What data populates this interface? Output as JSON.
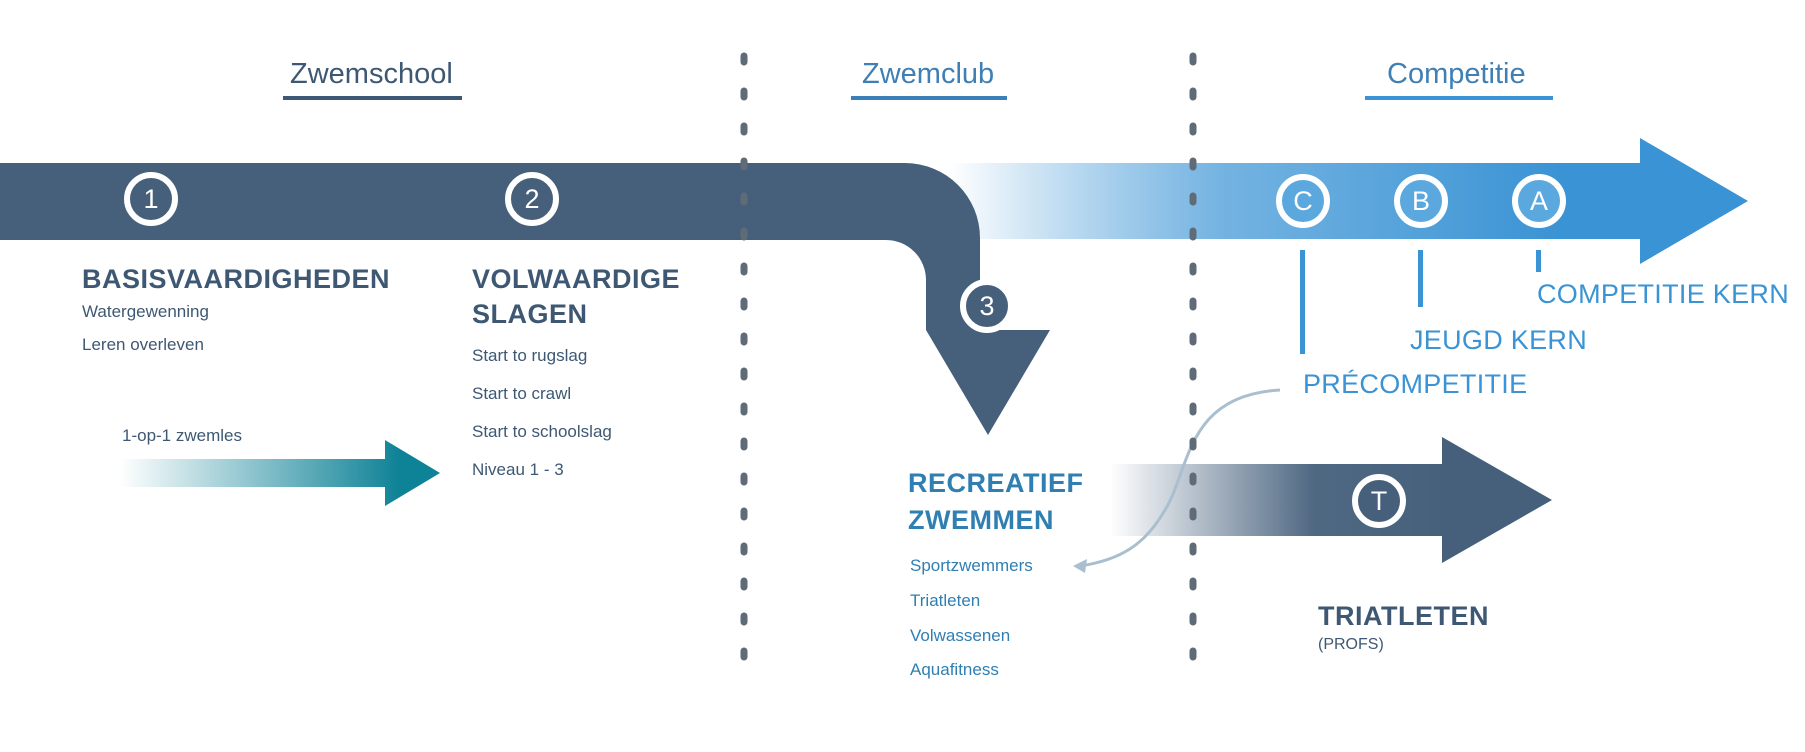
{
  "sections": {
    "school": "Zwemschool",
    "club": "Zwemclub",
    "competition": "Competitie"
  },
  "steps": {
    "one": "1",
    "two": "2",
    "three": "3",
    "c": "C",
    "b": "B",
    "a": "A",
    "t": "T"
  },
  "school": {
    "basis_title": "BASISVAARDIGHEDEN",
    "basis_items": [
      "Watergewenning",
      "Leren overleven"
    ],
    "private_lesson": "1-op-1 zwemles",
    "slagen_title_1": "VOLWAARDIGE",
    "slagen_title_2": "SLAGEN",
    "slagen_items": [
      "Start to rugslag",
      "Start to crawl",
      "Start to schoolslag",
      "Niveau 1 - 3"
    ]
  },
  "club": {
    "recreatief_1": "RECREATIEF",
    "recreatief_2": "ZWEMMEN",
    "items": [
      "Sportzwemmers",
      "Triatleten",
      "Volwassenen",
      "Aquafitness"
    ]
  },
  "competition": {
    "kern": "COMPETITIE KERN",
    "jeugd": "JEUGD KERN",
    "pre": "PRÉCOMPETITIE",
    "triatleten": "TRIATLETEN",
    "profs": "(PROFS)"
  },
  "colors": {
    "dark": "#46607c",
    "light_blue": "#3a93d4",
    "teal": "#0e8296",
    "divider": "#5f6b77"
  }
}
